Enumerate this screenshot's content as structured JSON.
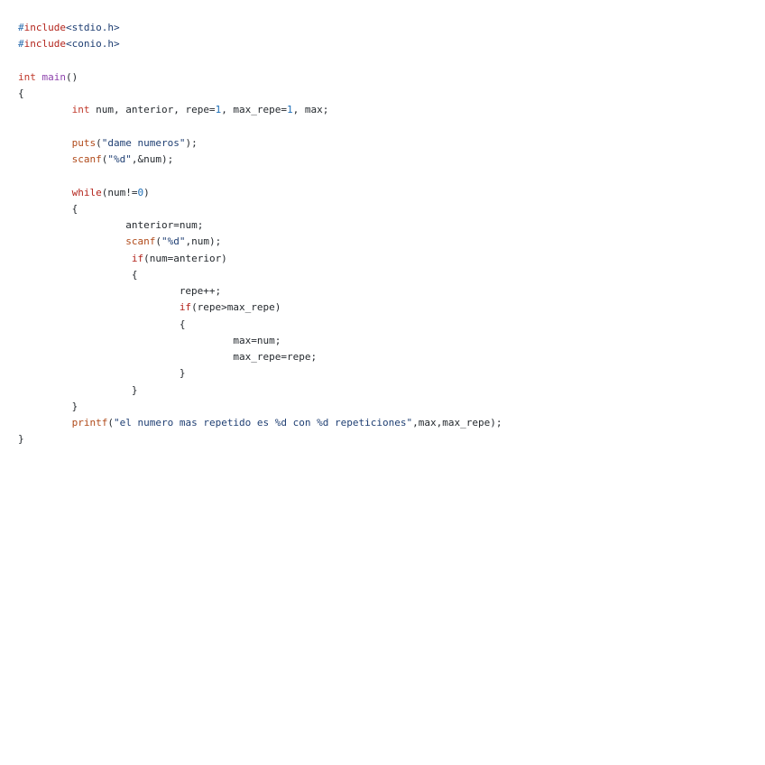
{
  "editor": {
    "language": "c",
    "colors": {
      "background": "#ffffff",
      "text": "#24292e",
      "preprocessor": "#2f6fb0",
      "keyword": "#b3241c",
      "function": "#b04a1a",
      "main": "#8e44ad",
      "string": "#1f3f73",
      "number": "#1e6fb8"
    },
    "lines": [
      [
        {
          "t": "#",
          "c": "pre"
        },
        {
          "t": "include",
          "c": "kw"
        },
        {
          "t": "<stdio.h>",
          "c": "inc"
        }
      ],
      [
        {
          "t": "#",
          "c": "pre"
        },
        {
          "t": "include",
          "c": "kw"
        },
        {
          "t": "<conio.h>",
          "c": "inc"
        }
      ],
      [],
      [
        {
          "t": "int",
          "c": "type"
        },
        {
          "t": " ",
          "c": "plain"
        },
        {
          "t": "main",
          "c": "main"
        },
        {
          "t": "()",
          "c": "plain"
        }
      ],
      [
        {
          "t": "{",
          "c": "brace"
        }
      ],
      [
        {
          "t": "         ",
          "c": "plain"
        },
        {
          "t": "int",
          "c": "type"
        },
        {
          "t": " num, anterior, repe=",
          "c": "plain"
        },
        {
          "t": "1",
          "c": "num"
        },
        {
          "t": ", max_repe=",
          "c": "plain"
        },
        {
          "t": "1",
          "c": "num"
        },
        {
          "t": ", max;",
          "c": "plain"
        }
      ],
      [],
      [
        {
          "t": "         ",
          "c": "plain"
        },
        {
          "t": "puts",
          "c": "fn"
        },
        {
          "t": "(",
          "c": "plain"
        },
        {
          "t": "\"dame numeros\"",
          "c": "str"
        },
        {
          "t": ");",
          "c": "plain"
        }
      ],
      [
        {
          "t": "         ",
          "c": "plain"
        },
        {
          "t": "scanf",
          "c": "fn"
        },
        {
          "t": "(",
          "c": "plain"
        },
        {
          "t": "\"%d\"",
          "c": "str"
        },
        {
          "t": ",&num);",
          "c": "plain"
        }
      ],
      [],
      [
        {
          "t": "         ",
          "c": "plain"
        },
        {
          "t": "while",
          "c": "kw"
        },
        {
          "t": "(num!=",
          "c": "plain"
        },
        {
          "t": "0",
          "c": "num"
        },
        {
          "t": ")",
          "c": "plain"
        }
      ],
      [
        {
          "t": "         ",
          "c": "plain"
        },
        {
          "t": "{",
          "c": "brace"
        }
      ],
      [
        {
          "t": "                  ",
          "c": "plain"
        },
        {
          "t": "anterior=num;",
          "c": "plain"
        }
      ],
      [
        {
          "t": "                  ",
          "c": "plain"
        },
        {
          "t": "scanf",
          "c": "fn"
        },
        {
          "t": "(",
          "c": "plain"
        },
        {
          "t": "\"%d\"",
          "c": "str"
        },
        {
          "t": ",num);",
          "c": "plain"
        }
      ],
      [
        {
          "t": "                   ",
          "c": "plain"
        },
        {
          "t": "if",
          "c": "kw"
        },
        {
          "t": "(num=anterior)",
          "c": "plain"
        }
      ],
      [
        {
          "t": "                   ",
          "c": "plain"
        },
        {
          "t": "{",
          "c": "brace"
        }
      ],
      [
        {
          "t": "                           ",
          "c": "plain"
        },
        {
          "t": "repe++;",
          "c": "plain"
        }
      ],
      [
        {
          "t": "                           ",
          "c": "plain"
        },
        {
          "t": "if",
          "c": "kw"
        },
        {
          "t": "(repe>max_repe)",
          "c": "plain"
        }
      ],
      [
        {
          "t": "                           ",
          "c": "plain"
        },
        {
          "t": "{",
          "c": "brace"
        }
      ],
      [
        {
          "t": "                                    ",
          "c": "plain"
        },
        {
          "t": "max=num;",
          "c": "plain"
        }
      ],
      [
        {
          "t": "                                    ",
          "c": "plain"
        },
        {
          "t": "max_repe=repe;",
          "c": "plain"
        }
      ],
      [
        {
          "t": "                           ",
          "c": "plain"
        },
        {
          "t": "}",
          "c": "brace"
        }
      ],
      [
        {
          "t": "                   ",
          "c": "plain"
        },
        {
          "t": "}",
          "c": "brace"
        }
      ],
      [
        {
          "t": "         ",
          "c": "plain"
        },
        {
          "t": "}",
          "c": "brace"
        }
      ],
      [
        {
          "t": "         ",
          "c": "plain"
        },
        {
          "t": "printf",
          "c": "fn"
        },
        {
          "t": "(",
          "c": "plain"
        },
        {
          "t": "\"el numero mas repetido es %d con %d repeticiones\"",
          "c": "str"
        },
        {
          "t": ",max,max_repe);",
          "c": "plain"
        }
      ],
      [
        {
          "t": "}",
          "c": "brace"
        }
      ]
    ]
  }
}
